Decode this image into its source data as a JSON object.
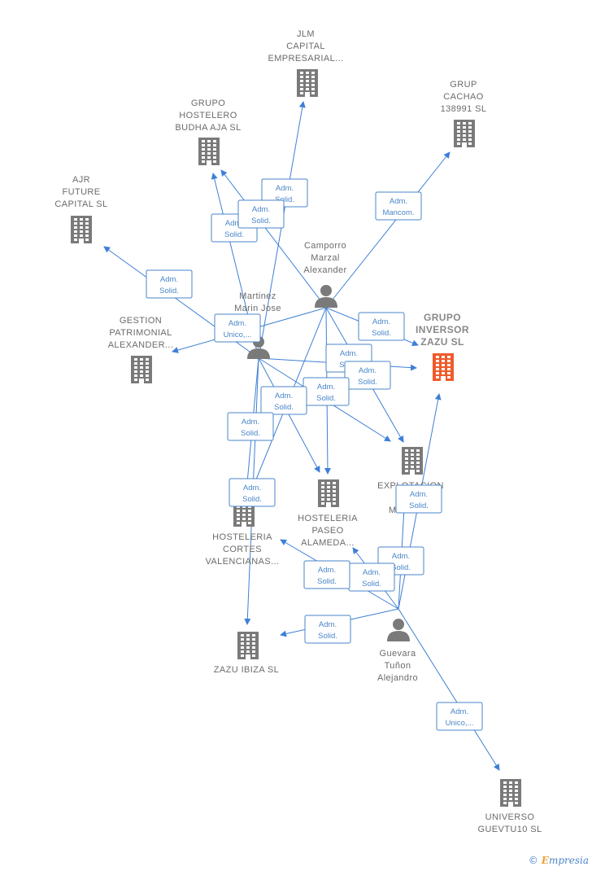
{
  "colors": {
    "edge": "#3d7fd6",
    "building": "#7a7a7a",
    "building_main": "#f05a2a",
    "person": "#7a7a7a",
    "label_text": "#6b6b6b",
    "badge_text": "#4a86c8"
  },
  "brand": {
    "copyright": "©",
    "name_first": "E",
    "name_rest": "mpresia"
  },
  "nodes": [
    {
      "id": "jlm",
      "type": "company",
      "lines": [
        "JLM",
        "CAPITAL",
        "EMPRESARIAL..."
      ]
    },
    {
      "id": "cachao",
      "type": "company",
      "lines": [
        "GRUP",
        "CACHAO",
        "138991  SL"
      ]
    },
    {
      "id": "budha",
      "type": "company",
      "lines": [
        "GRUPO",
        "HOSTELERO",
        "BUDHA AJA  SL"
      ]
    },
    {
      "id": "ajr",
      "type": "company",
      "lines": [
        "AJR",
        "FUTURE",
        "CAPITAL  SL"
      ]
    },
    {
      "id": "gestion",
      "type": "company",
      "lines": [
        "GESTION",
        "PATRIMONIAL",
        "ALEXANDER..."
      ]
    },
    {
      "id": "inversor",
      "type": "company",
      "main": true,
      "lines": [
        "GRUPO",
        "INVERSOR",
        "ZAZU  SL"
      ]
    },
    {
      "id": "explotacion",
      "type": "company",
      "lines": [
        "EXPLOTACION",
        "HOS...",
        "MAG... SL"
      ]
    },
    {
      "id": "alameda",
      "type": "company",
      "lines": [
        "HOSTELERIA",
        "PASEO",
        "ALAMEDA..."
      ]
    },
    {
      "id": "cortes",
      "type": "company",
      "lines": [
        "HOSTELERIA",
        "CORTES",
        "VALENCIANAS..."
      ]
    },
    {
      "id": "ibiza",
      "type": "company",
      "lines": [
        "ZAZU IBIZA  SL"
      ]
    },
    {
      "id": "guevtu",
      "type": "company",
      "lines": [
        "UNIVERSO",
        "GUEVTU10  SL"
      ]
    },
    {
      "id": "camporro",
      "type": "person",
      "lines": [
        "Camporro",
        "Marzal",
        "Alexander"
      ]
    },
    {
      "id": "martinez",
      "type": "person",
      "lines": [
        "Martinez",
        "Marin Jose",
        "s"
      ]
    },
    {
      "id": "guevara",
      "type": "person",
      "lines": [
        "Guevara",
        "Tuñon",
        "Alejandro"
      ]
    }
  ],
  "edges": [
    {
      "from": "camporro",
      "to": "cachao"
    },
    {
      "from": "camporro",
      "to": "budha"
    },
    {
      "from": "camporro",
      "to": "gestion"
    },
    {
      "from": "camporro",
      "to": "inversor"
    },
    {
      "from": "camporro",
      "to": "explotacion"
    },
    {
      "from": "camporro",
      "to": "alameda"
    },
    {
      "from": "camporro",
      "to": "cortes"
    },
    {
      "from": "martinez",
      "to": "jlm"
    },
    {
      "from": "martinez",
      "to": "budha"
    },
    {
      "from": "martinez",
      "to": "ajr"
    },
    {
      "from": "martinez",
      "to": "inversor"
    },
    {
      "from": "martinez",
      "to": "explotacion"
    },
    {
      "from": "martinez",
      "to": "alameda"
    },
    {
      "from": "martinez",
      "to": "cortes"
    },
    {
      "from": "martinez",
      "to": "ibiza"
    },
    {
      "from": "guevara",
      "to": "inversor"
    },
    {
      "from": "guevara",
      "to": "explotacion"
    },
    {
      "from": "guevara",
      "to": "alameda"
    },
    {
      "from": "guevara",
      "to": "cortes"
    },
    {
      "from": "guevara",
      "to": "ibiza"
    },
    {
      "from": "guevara",
      "to": "guevtu"
    }
  ],
  "badges": [
    {
      "lines": [
        "Adm.",
        "Unico,..."
      ]
    },
    {
      "lines": [
        "Adm.",
        "Mancom."
      ]
    },
    {
      "lines": [
        "Adm.",
        "Solid."
      ]
    },
    {
      "lines": [
        "Adm.",
        "Solid."
      ]
    },
    {
      "lines": [
        "Adm.",
        "Unico"
      ]
    },
    {
      "lines": [
        "Adm.",
        "Unico,..."
      ]
    },
    {
      "lines": [
        "Adm.",
        "Solid."
      ]
    },
    {
      "lines": [
        "Adm.",
        "Solid."
      ]
    },
    {
      "lines": [
        "Adm.",
        "Solid."
      ]
    },
    {
      "lines": [
        "Adm.",
        "Solid."
      ]
    },
    {
      "lines": [
        "Adm.",
        "Solid."
      ]
    },
    {
      "lines": [
        "Adm.",
        "Solid."
      ]
    },
    {
      "lines": [
        "Adm.",
        "Solid."
      ]
    },
    {
      "lines": [
        "Adm.",
        "Solid."
      ]
    },
    {
      "lines": [
        "Adm.",
        "Solid."
      ]
    },
    {
      "lines": [
        "Adm.",
        "Solid."
      ]
    },
    {
      "lines": [
        "Adm.",
        "Solid."
      ]
    },
    {
      "lines": [
        "Adm.",
        "Solid."
      ]
    },
    {
      "lines": [
        "Adm.",
        "Solid."
      ]
    },
    {
      "lines": [
        "Adm.",
        "Solid."
      ]
    },
    {
      "lines": [
        "Adm.",
        "Unico,..."
      ]
    }
  ]
}
